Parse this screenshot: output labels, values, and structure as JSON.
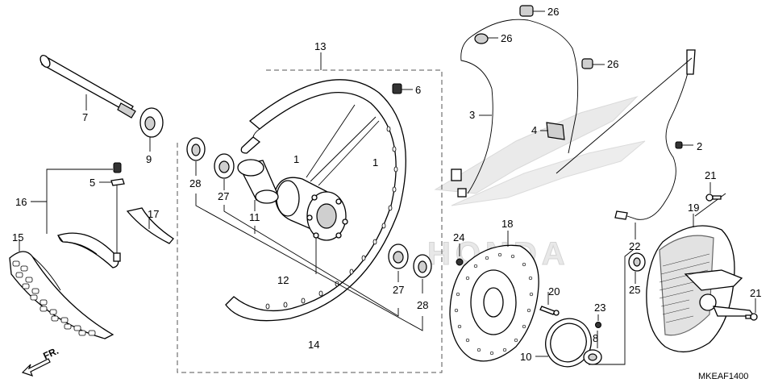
{
  "diagram_code": "MKEAF1400",
  "direction_label": "FR.",
  "callouts": {
    "c1a": "1",
    "c1b": "1",
    "c2": "2",
    "c3": "3",
    "c4": "4",
    "c5": "5",
    "c6": "6",
    "c7": "7",
    "c8": "8",
    "c9": "9",
    "c10": "10",
    "c11": "11",
    "c12": "12",
    "c13": "13",
    "c14": "14",
    "c15": "15",
    "c16": "16",
    "c17": "17",
    "c18": "18",
    "c19": "19",
    "c20": "20",
    "c21a": "21",
    "c21b": "21",
    "c22": "22",
    "c23": "23",
    "c24": "24",
    "c25": "25",
    "c26a": "26",
    "c26b": "26",
    "c26c": "26",
    "c27a": "27",
    "c27b": "27",
    "c28a": "28",
    "c28b": "28"
  },
  "watermark_text": "HONDA",
  "watermark_color": "#e6e6e6"
}
